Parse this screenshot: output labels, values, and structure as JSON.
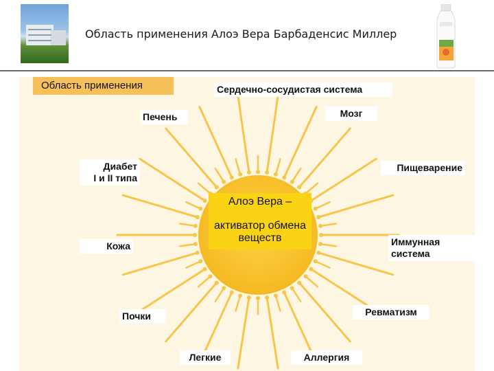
{
  "header": {
    "title": "Область применения Алоэ Вера Барбаденсис Миллер"
  },
  "diagram": {
    "section_tag": "Область применения",
    "center": {
      "line1": "Алоэ Вера –",
      "line2": "активатор обмена веществ"
    },
    "labels": {
      "cardio": "Сердечно-сосудистая система",
      "brain": "Мозг",
      "liver": "Печень",
      "diabetes": "Диабет\nI и II типа",
      "digestion": "Пищеварение",
      "skin": "Кожа",
      "immune": "Иммунная\nсистема",
      "kidneys": "Почки",
      "rheumatism": "Ревматизм",
      "lungs": "Легкие",
      "allergy": "Аллергия"
    }
  },
  "colors": {
    "sun": "#f7c02a",
    "rays": "#f6c54a",
    "panel": "#fcf6e2",
    "tag": "#f7c05a"
  }
}
